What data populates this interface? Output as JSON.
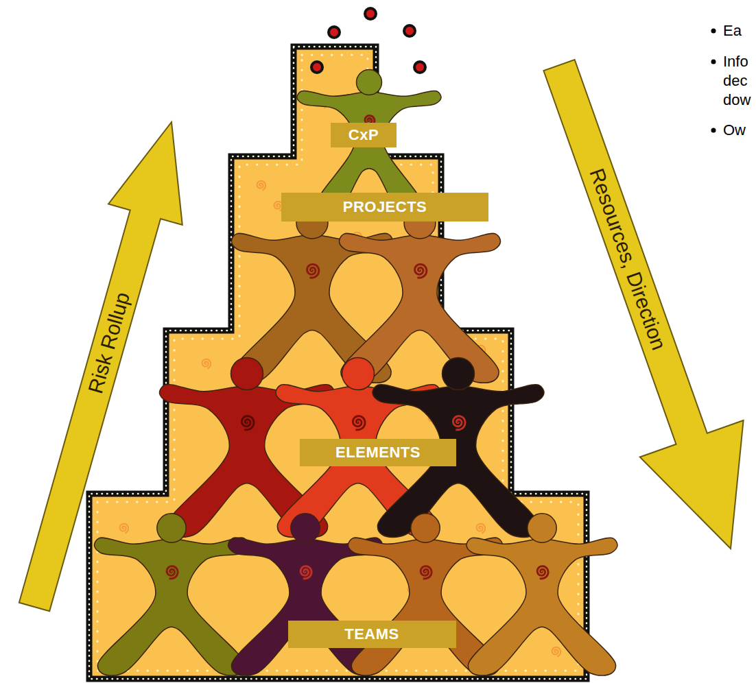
{
  "diagram": {
    "nodes": [
      {
        "text": [
          "CxP"
        ]
      },
      {
        "text": [
          "PROJECTS"
        ]
      },
      {
        "text": [
          "ELEMENTS"
        ]
      },
      {
        "text": [
          "TEAMS"
        ]
      }
    ],
    "labels": [
      "Risk Rollup",
      "Resources, Direction",
      "Ea",
      "Info",
      "dec",
      "dow",
      "Ow"
    ]
  }
}
